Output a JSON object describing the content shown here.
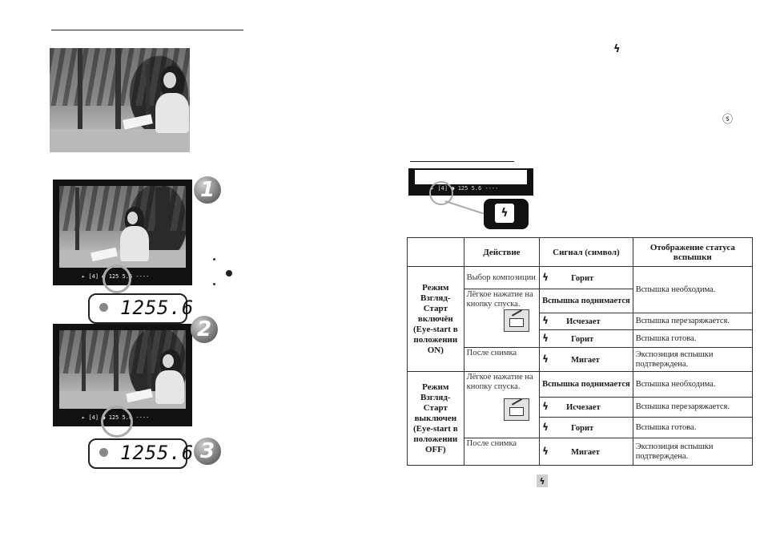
{
  "viewfinder": {
    "strip_top": "▸ [4] ● 125 5.6 ----",
    "strip_bottom": "▸ [4] ● 125 5.6 ----"
  },
  "lcd": {
    "shutter": "125",
    "aperture": "5.6"
  },
  "steps": [
    "1",
    "2",
    "3"
  ],
  "margin_symbols": {
    "flash_top": "ϟ",
    "flash_off": "ⓢ",
    "flash_bottom": "ϟ"
  },
  "flash_table": {
    "headers": [
      "Действие",
      "Сигнал (символ)",
      "Отображение статуса вспышки"
    ],
    "mode_on": "Режим Взгляд-Старт включён (Eye-start в положении ON)",
    "mode_off": "Режим Взгляд-Старт выключен (Eye-start в положении OFF)",
    "actions": {
      "compose": "Выбор композиции",
      "half_press": "Лёгкое нажатие на кнопку спуска.",
      "after_shot": "После снимка"
    },
    "signals": {
      "lit": "Горит",
      "rises": "Вспышка поднимается",
      "disappears": "Исчезает",
      "blinks": "Мигает"
    },
    "statuses": {
      "needed": "Вспышка необходима.",
      "recharging": "Вспышка перезаряжается.",
      "ready": "Вспышка готова.",
      "confirmed": "Экспозиция вспышки подтверждена."
    }
  }
}
